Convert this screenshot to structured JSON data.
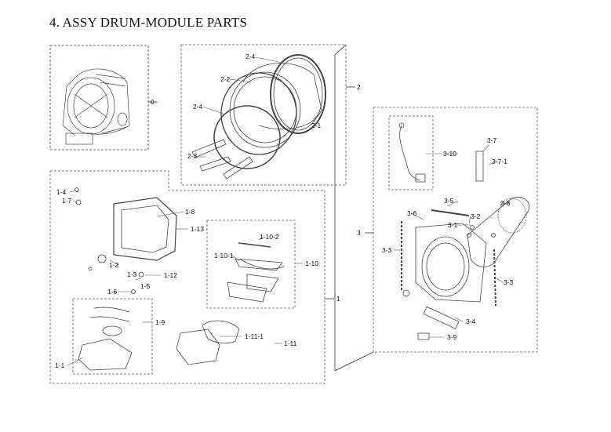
{
  "title": "4. ASSY DRUM-MODULE PARTS",
  "labels": {
    "l0": "0",
    "l2": "2",
    "l2_4a": "2-4",
    "l2_2": "2-2",
    "l2_4b": "2-4",
    "l2_1": "2-1",
    "l2_3": "2-3",
    "l3": "3",
    "l3_10": "3-10",
    "l3_7": "3-7",
    "l3_7_1": "3-7-1",
    "l3_8": "3-8",
    "l3_5": "3-5",
    "l3_6": "3-6",
    "l3_2": "3-2",
    "l3_1": "3-1",
    "l3_3a": "3-3",
    "l3_3b": "3-3",
    "l3_4": "3-4",
    "l3_9": "3-9",
    "l1_4": "1-4",
    "l1_7": "1-7",
    "l1_8": "1-8",
    "l1_13": "1-13",
    "l1_2": "1-2",
    "l1_3": "1-3",
    "l1_12": "1-12",
    "l1_5": "1-5",
    "l1_6": "1-6",
    "l1_10_2": "1-10-2",
    "l1_10_1": "1-10-1",
    "l1_10": "1-10",
    "l1": "1",
    "l1_9": "1-9",
    "l1_11_1": "1-11-1",
    "l1_11": "1-11",
    "l1_1": "1-1"
  }
}
